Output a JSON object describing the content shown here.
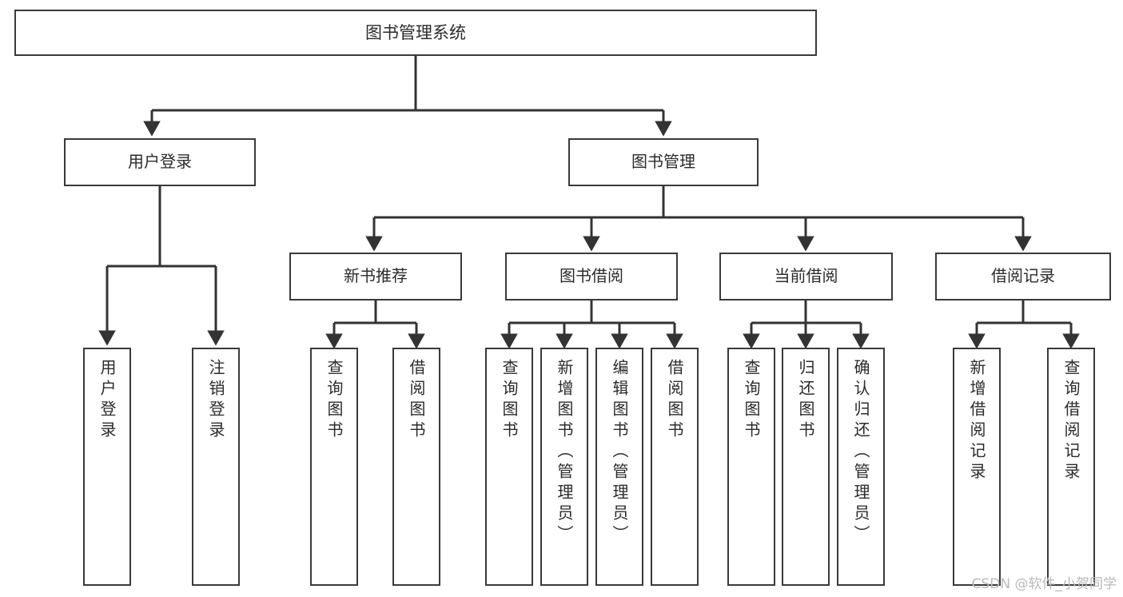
{
  "diagram": {
    "type": "tree-hierarchy",
    "title": "图书管理系统",
    "watermark": "CSDN @软件_小贺同学",
    "colors": {
      "box_border": "#3a3a3a",
      "box_fill": "#ffffff",
      "edge": "#333333",
      "text": "#2b2b2b",
      "watermark": "#b9b9b9",
      "background": "#ffffff"
    },
    "nodes": {
      "root": {
        "label": "图书管理系统"
      },
      "level2": [
        {
          "id": "user-login",
          "label": "用户登录"
        },
        {
          "id": "book-manage",
          "label": "图书管理"
        }
      ],
      "level3": [
        {
          "id": "new-book-recommend",
          "label": "新书推荐"
        },
        {
          "id": "book-borrow",
          "label": "图书借阅"
        },
        {
          "id": "current-borrow",
          "label": "当前借阅"
        },
        {
          "id": "borrow-record",
          "label": "借阅记录"
        }
      ],
      "leaves": {
        "user-login": [
          {
            "id": "leaf-user-login",
            "label": "用户登录"
          },
          {
            "id": "leaf-logout-login",
            "label": "注销登录"
          }
        ],
        "new-book-recommend": [
          {
            "id": "leaf-query-book-1",
            "label": "查询图书"
          },
          {
            "id": "leaf-borrow-book-1",
            "label": "借阅图书"
          }
        ],
        "book-borrow": [
          {
            "id": "leaf-query-book-2",
            "label": "查询图书"
          },
          {
            "id": "leaf-add-book",
            "label": "新增图书（管理员）"
          },
          {
            "id": "leaf-edit-book",
            "label": "编辑图书（管理员）"
          },
          {
            "id": "leaf-borrow-book-2",
            "label": "借阅图书"
          }
        ],
        "current-borrow": [
          {
            "id": "leaf-query-book-3",
            "label": "查询图书"
          },
          {
            "id": "leaf-return-book",
            "label": "归还图书"
          },
          {
            "id": "leaf-confirm-return",
            "label": "确认归还（管理员）"
          }
        ],
        "borrow-record": [
          {
            "id": "leaf-add-record",
            "label": "新增借阅记录"
          },
          {
            "id": "leaf-query-record",
            "label": "查询借阅记录"
          }
        ]
      }
    }
  }
}
